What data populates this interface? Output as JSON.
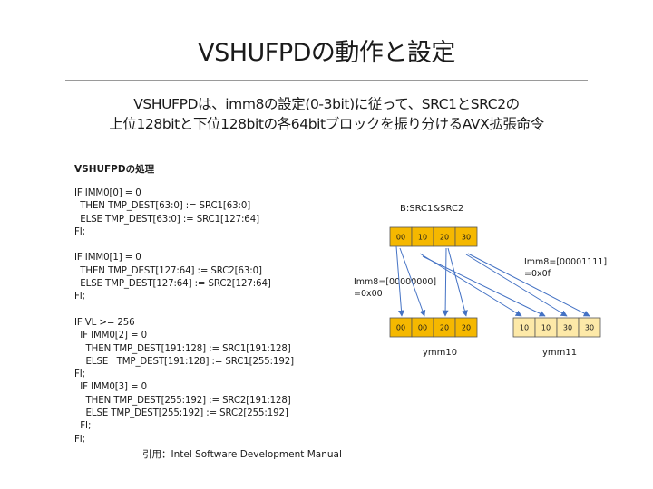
{
  "slide": {
    "title": "VSHUFPDの動作と設定",
    "subtitle_lines": [
      "VSHUFPDは、imm8の設定(0-3bit)に従って、SRC1とSRC2の",
      "上位128bitと下位128bitの各64bitブロックを振り分けるAVX拡張命令"
    ]
  },
  "code_block": {
    "heading": "VSHUFPDの処理",
    "lines": [
      "IF IMM0[0] = 0",
      "  THEN TMP_DEST[63:0] := SRC1[63:0]",
      "  ELSE TMP_DEST[63:0] := SRC1[127:64]",
      "FI;",
      "",
      "IF IMM0[1] = 0",
      "  THEN TMP_DEST[127:64] := SRC2[63:0]",
      "  ELSE TMP_DEST[127:64] := SRC2[127:64]",
      "FI;",
      "",
      "IF VL >= 256",
      "  IF IMM0[2] = 0",
      "    THEN TMP_DEST[191:128] := SRC1[191:128]",
      "    ELSE   TMP_DEST[191:128] := SRC1[255:192]",
      "FI;",
      "  IF IMM0[3] = 0",
      "    THEN TMP_DEST[255:192] := SRC2[191:128]",
      "    ELSE TMP_DEST[255:192] := SRC2[255:192]",
      "  FI;",
      "FI;"
    ]
  },
  "citation": "引用：Intel Software Development Manual",
  "diagram": {
    "source_label": "B:SRC1&SRC2",
    "source_cells": [
      "00",
      "10",
      "20",
      "30"
    ],
    "dest_left": {
      "cells": [
        "00",
        "00",
        "20",
        "20"
      ],
      "label": "ymm10"
    },
    "dest_right": {
      "cells": [
        "10",
        "10",
        "30",
        "30"
      ],
      "label": "ymm11"
    },
    "imm_left": [
      "Imm8=[00000000]",
      "=0x00"
    ],
    "imm_right": [
      "Imm8=[00001111]",
      "=0x0f"
    ],
    "colors": {
      "cell_fill_orange": "#f5b800",
      "cell_fill_pale": "#fde9a8",
      "cell_border": "#555555",
      "arrow": "#4472c4"
    }
  }
}
